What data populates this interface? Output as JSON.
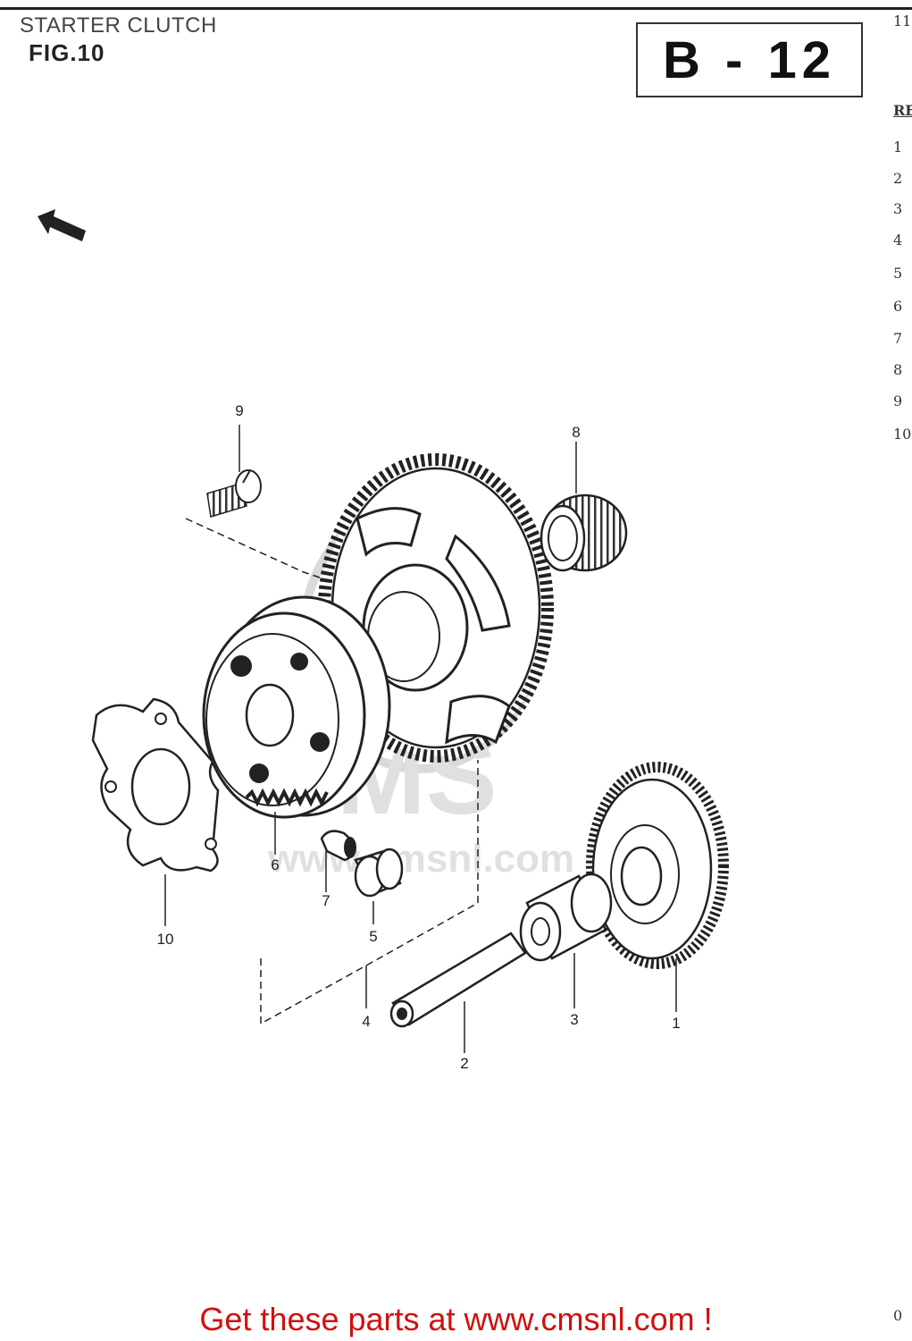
{
  "header": {
    "title": "STARTER CLUTCH",
    "figure": "FIG.10",
    "code": "B - 12"
  },
  "right_column": [
    "11",
    "RE",
    "1",
    "2",
    "3",
    "4",
    "5",
    "6",
    "7",
    "8",
    "9",
    "10",
    "0"
  ],
  "callouts": {
    "c1": "1",
    "c2": "2",
    "c3": "3",
    "c4": "4",
    "c5": "5",
    "c6": "6",
    "c7": "7",
    "c8": "8",
    "c9": "9",
    "c10": "10"
  },
  "footer": "Get these parts at www.cmsnl.com !"
}
